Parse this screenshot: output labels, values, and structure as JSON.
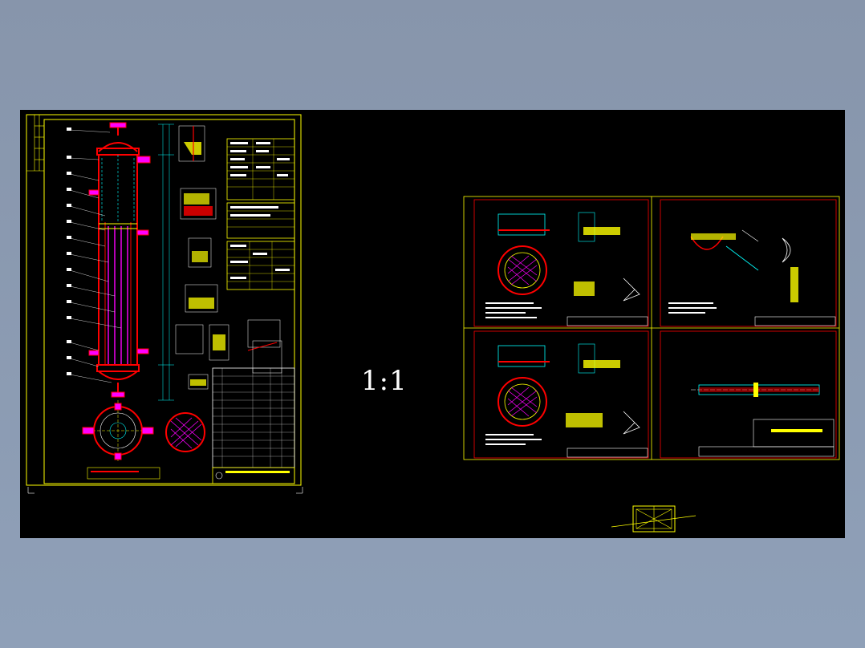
{
  "viewport": {
    "background": "#8a99b0",
    "canvas_color": "#000000",
    "scale_label": "1:1"
  },
  "colors": {
    "frame": "#ffff00",
    "red": "#ff0000",
    "cyan": "#00ffff",
    "white": "#ffffff",
    "magenta": "#ff00ff"
  },
  "sheets": [
    {
      "name": "assembly-drawing-sheet",
      "content": "column-assembly"
    },
    {
      "name": "detail-sheet-1",
      "content": "tube-sheet-details"
    },
    {
      "name": "detail-sheet-2",
      "content": "weld-details"
    },
    {
      "name": "detail-sheet-3",
      "content": "tube-sheet-details"
    },
    {
      "name": "detail-sheet-4",
      "content": "shaft-detail"
    }
  ],
  "icons": {
    "drawing_stamp": "crossed-box-stamp-icon"
  }
}
